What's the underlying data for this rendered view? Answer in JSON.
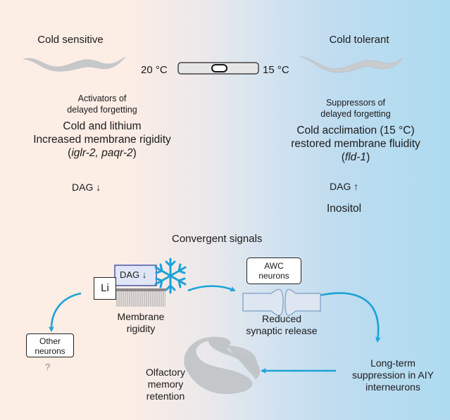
{
  "top": {
    "left_title": "Cold sensitive",
    "right_title": "Cold tolerant",
    "temp_left": "20 °C",
    "temp_right": "15 °C"
  },
  "left_column": {
    "heading_line1": "Activators of",
    "heading_line2": "delayed forgetting",
    "line1": "Cold and lithium",
    "line2": "Increased membrane rigidity",
    "genes": "iglr-2, paqr-2",
    "dag": "DAG ↓"
  },
  "right_column": {
    "heading_line1": "Suppressors of",
    "heading_line2": "delayed forgetting",
    "line1": "Cold acclimation (15 °C)",
    "line2": "restored membrane fluidity",
    "genes": "fld-1",
    "dag": "DAG ↑",
    "inositol": "Inositol"
  },
  "bottom": {
    "section_title": "Convergent signals",
    "li_label": "Li",
    "dag_box": "DAG ↓",
    "membrane_line1": "Membrane",
    "membrane_line2": "rigidity",
    "awc_line1": "AWC",
    "awc_line2": "neurons",
    "synaptic_line1": "Reduced",
    "synaptic_line2": "synaptic release",
    "other_line1": "Other",
    "other_line2": "neurons",
    "question": "?",
    "ltm_line1": "Long-term",
    "ltm_line2": "suppression in AIY",
    "ltm_line3": "interneurons",
    "memory_line1": "Olfactory",
    "memory_line2": "memory",
    "memory_line3": "retention"
  },
  "colors": {
    "arrow": "#1ba3d6",
    "snowflake": "#1ba3d6",
    "worm": "#c4c7ca",
    "dag_box_fill": "#dfe6f8",
    "dag_box_border": "#4a56a6"
  }
}
